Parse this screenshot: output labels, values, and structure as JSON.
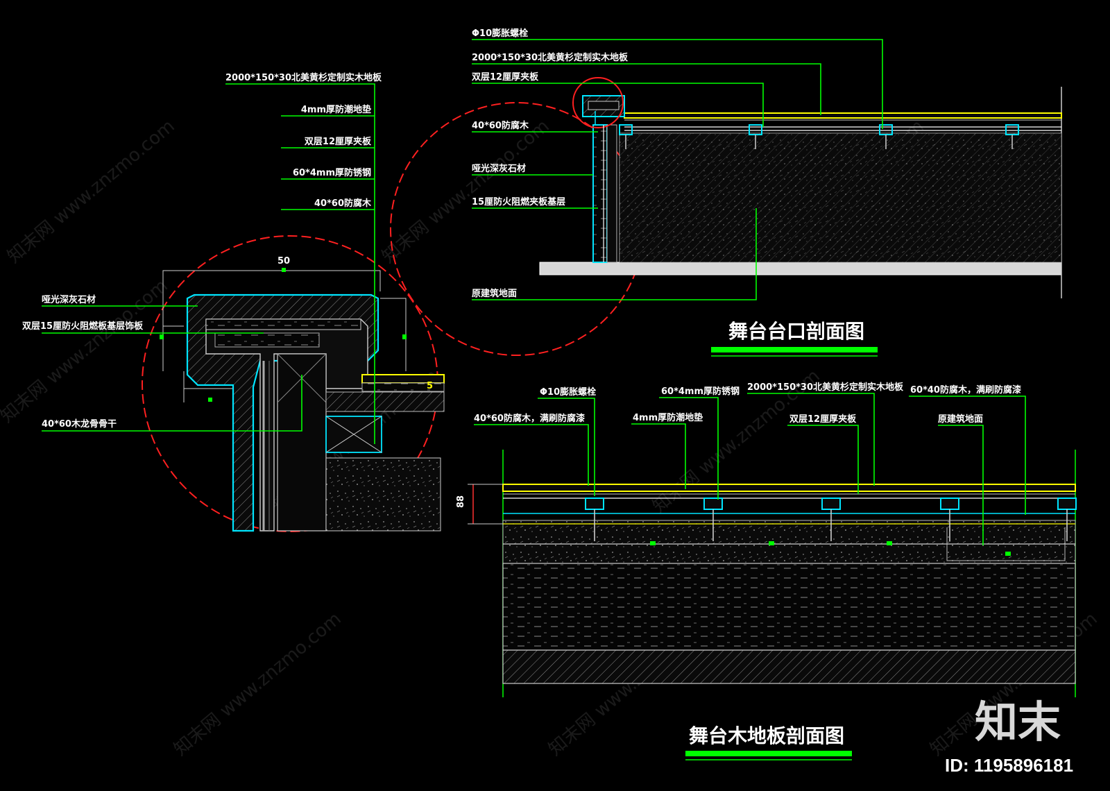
{
  "colors": {
    "background": "#000000",
    "leader": "#00ff00",
    "cyan": "#00e5ff",
    "yellow": "#ffff00",
    "red_dash": "#ff2020",
    "white": "#ffffff"
  },
  "watermark": {
    "text": "知末网 www.znzmo.com",
    "brand": "知末",
    "id": "ID: 1195896181"
  },
  "detail_left": {
    "labels": [
      "2000*150*30北美黄杉定制实木地板",
      "4mm厚防潮地垫",
      "双层12厘厚夹板",
      "60*4mm厚防锈钢",
      "40*60防腐木"
    ],
    "side_labels": [
      "哑光深灰石材",
      "双层15厘防火阻燃板基层饰板",
      "40*60木龙骨骨干"
    ],
    "dim_top": "50",
    "dim_mid": "5"
  },
  "section_top": {
    "title": "舞台台口剖面图",
    "labels": [
      "Φ10膨胀螺栓",
      "2000*150*30北美黄杉定制实木地板",
      "双层12厘厚夹板",
      "40*60防腐木",
      "哑光深灰石材",
      "15厘防火阻燃夹板基层",
      "原建筑地面"
    ]
  },
  "section_bottom": {
    "title": "舞台木地板剖面图",
    "labels_upper": [
      "Φ10膨胀螺栓",
      "60*4mm厚防锈钢",
      "2000*150*30北美黄杉定制实木地板",
      "60*40防腐木，满刷防腐漆"
    ],
    "labels_lower": [
      "40*60防腐木，满刷防腐漆",
      "4mm厚防潮地垫",
      "双层12厘厚夹板",
      "原建筑地面"
    ],
    "dim_height": "88"
  }
}
